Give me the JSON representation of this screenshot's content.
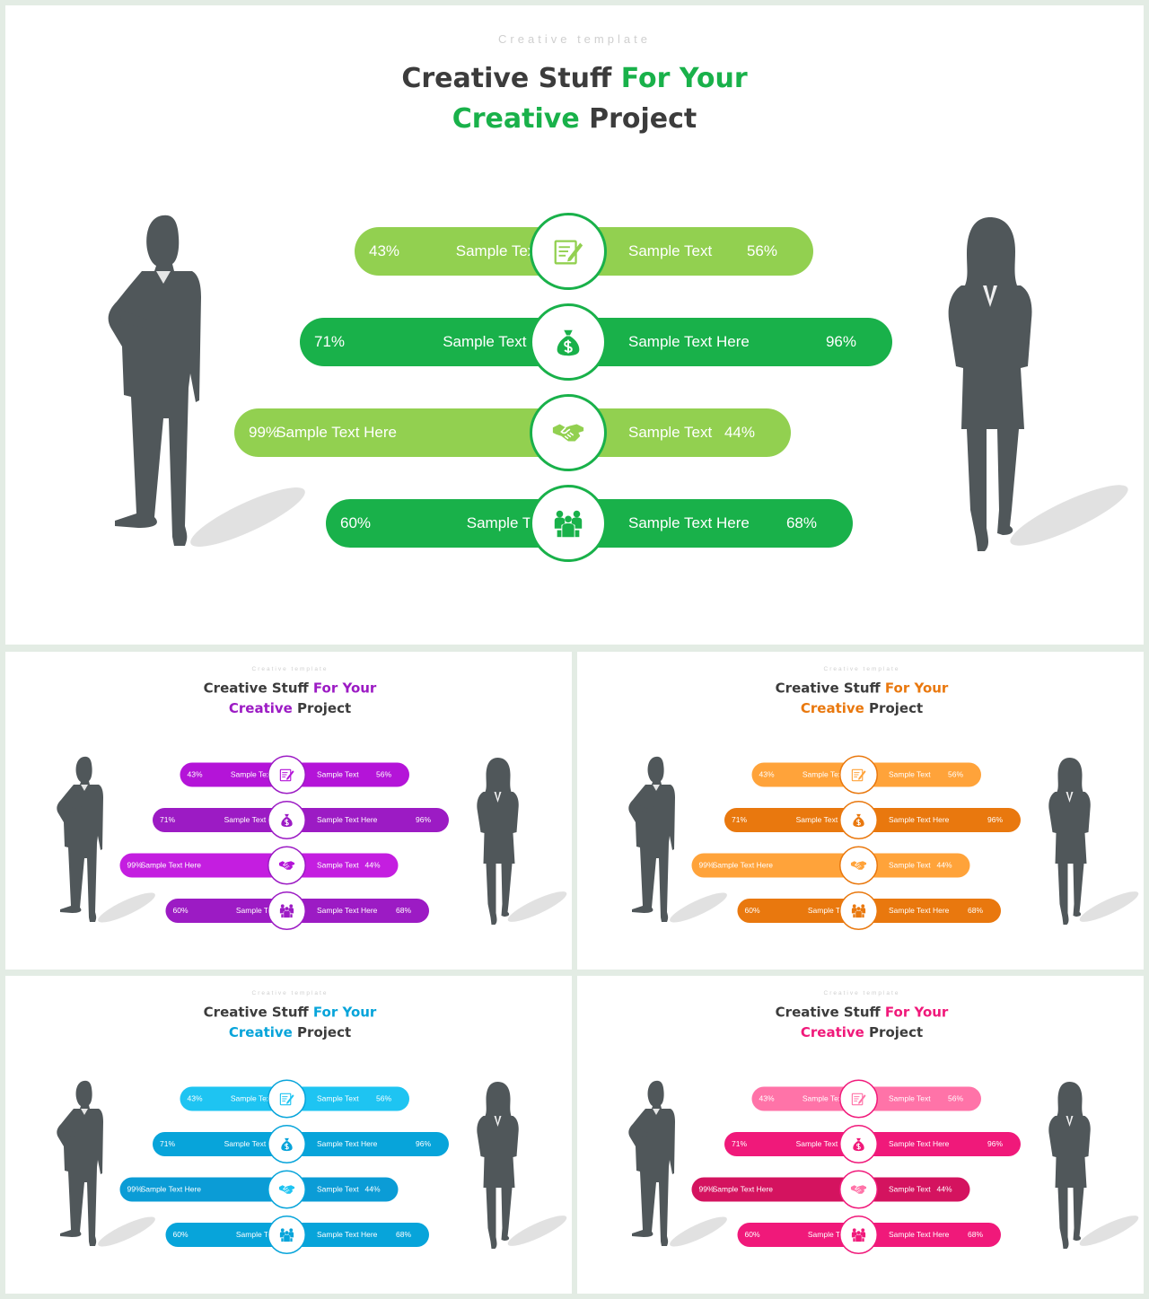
{
  "subtitle": "Creative   template",
  "title": {
    "w1": "Creative Stuff ",
    "w2": "For Your",
    "w3": "Creative",
    "w4": " Project"
  },
  "rows": [
    {
      "left_pct": "43%",
      "left_text": "Sample Text",
      "right_text": "Sample Text",
      "right_pct": "56%",
      "icon": "notepad-pen-icon"
    },
    {
      "left_pct": "71%",
      "left_text": "Sample Text Here",
      "right_text": "Sample Text Here",
      "right_pct": "96%",
      "icon": "money-bag-icon"
    },
    {
      "left_pct": "99%",
      "left_text": "Sample Text Here",
      "right_text": "Sample Text",
      "right_pct": "44%",
      "icon": "handshake-icon"
    },
    {
      "left_pct": "60%",
      "left_text": "Sample Text",
      "right_text": "Sample Text Here",
      "right_pct": "68%",
      "icon": "team-icon"
    }
  ],
  "themes": [
    {
      "name": "green",
      "dark": "#19b14a",
      "light": "#92d050",
      "row3": "#92d050"
    },
    {
      "name": "purple",
      "dark": "#9c1bc4",
      "light": "#b414d8",
      "row3": "#c41ee0"
    },
    {
      "name": "orange",
      "dark": "#e9780e",
      "light": "#ffa33a",
      "row3": "#ffa33a"
    },
    {
      "name": "blue",
      "dark": "#07a4da",
      "light": "#1ec4f2",
      "row3": "#0b9cd6"
    },
    {
      "name": "pink",
      "dark": "#f0197a",
      "light": "#ff73a8",
      "row3": "#d4135f"
    }
  ],
  "colors": {
    "silhouette": "#50575a",
    "title_text": "#3c3c3c",
    "background": "#e3ece4"
  }
}
